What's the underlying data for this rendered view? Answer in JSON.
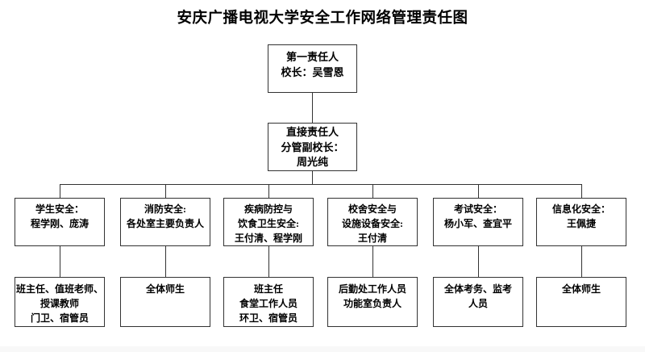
{
  "title": "安庆广播电视大学安全工作网络管理责任图",
  "chart": {
    "root": "第一责任人\n校长：吴雪恩",
    "deputy": "直接责任人\n分管副校长：\n周光纯",
    "columns": [
      {
        "duty": "学生安全：\n程学刚、庞涛",
        "staff": "班主任、值班老师、\n授课教师\n门卫、宿管员"
      },
      {
        "duty": "消防安全:\n各处室主要负责人",
        "staff": "全体师生"
      },
      {
        "duty": "疾病防控与\n饮食卫生安全:\n王付清、程学刚",
        "staff": "班主任\n食堂工作人员\n环卫、宿管员"
      },
      {
        "duty": "校舍安全与\n设施设备安全:\n王付清",
        "staff": "后勤处工作人员\n功能室负责人"
      },
      {
        "duty": "考试安全：\n杨小军、查宜平",
        "staff": "全体考务、监考\n人员"
      },
      {
        "duty": "信息化安全：\n王佩捷",
        "staff": "全体师生"
      }
    ]
  },
  "colors": {
    "line": "#333333",
    "box_border": "#333333",
    "background": "#ffffff",
    "footer_strip": "#f8f8f8",
    "text": "#000000"
  }
}
